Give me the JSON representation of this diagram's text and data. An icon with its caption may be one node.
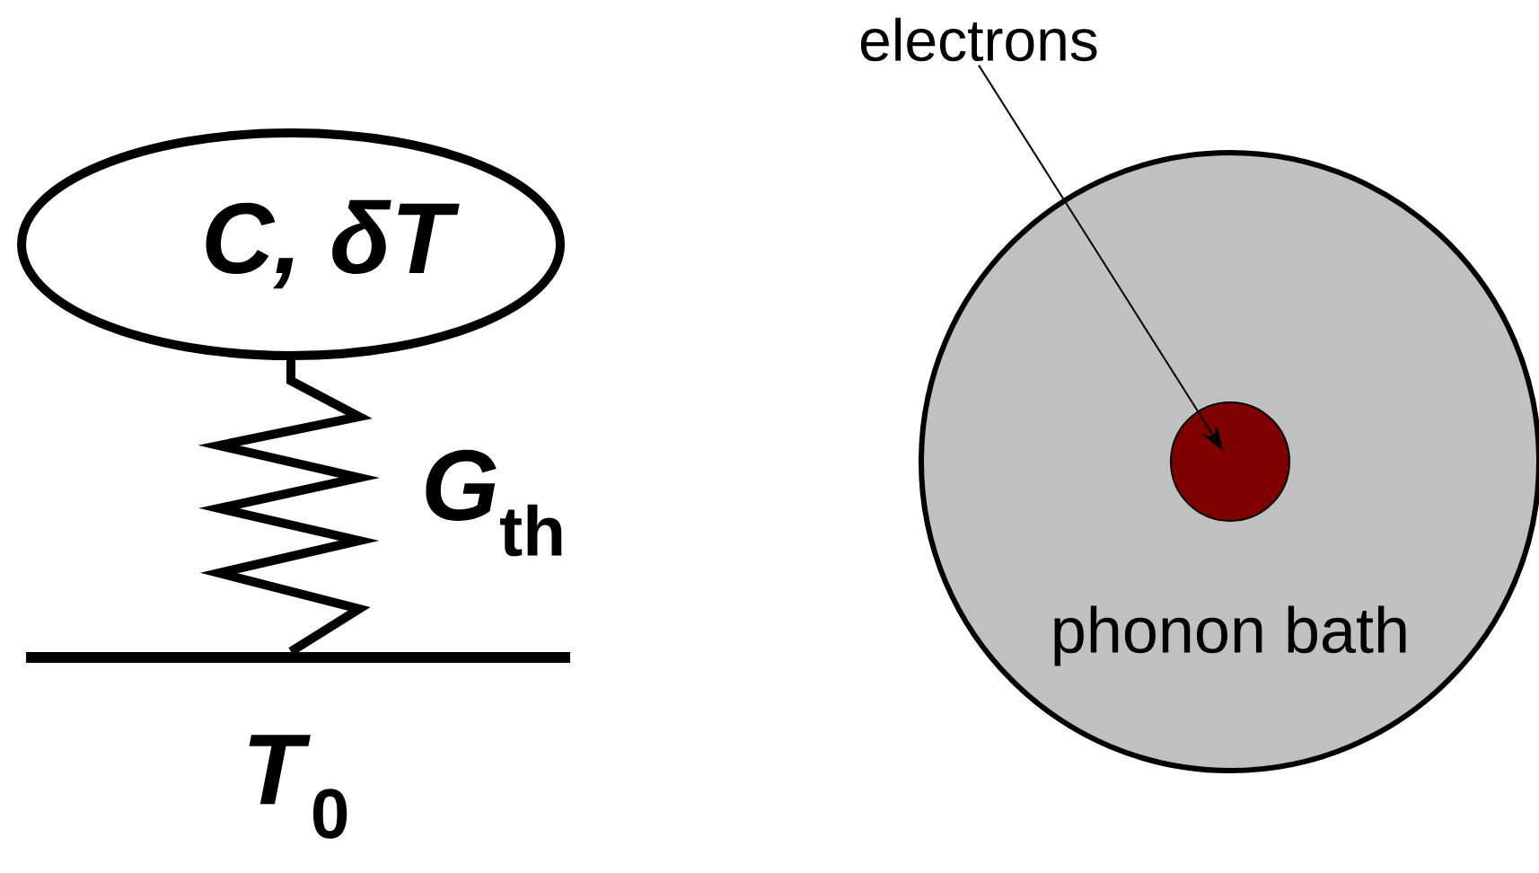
{
  "diagram": {
    "nodes": [
      {
        "text": [
          "C, δT"
        ]
      },
      {
        "text": [],
        "shape": "bar",
        "beside": [
          "*T*$_{0}$"
        ]
      },
      {
        "text": [
          "phonon bath"
        ]
      },
      {
        "text": [
          "electrons"
        ]
      },
      {
        "text": [],
        "shape": "circle",
        "in": 2
      }
    ],
    "edges": [
      {
        "from": 0,
        "to": 1,
        "arrow": "none",
        "label": "*G*$_{th}$",
        "style": "thick"
      },
      {
        "from": 3,
        "to": 4,
        "arrow": "to"
      }
    ]
  }
}
